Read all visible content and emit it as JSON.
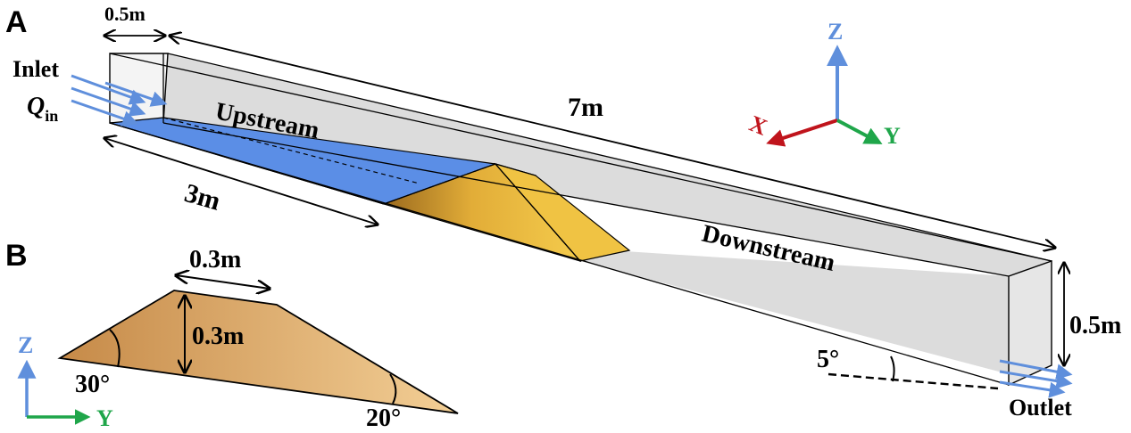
{
  "panels": {
    "a_label": "A",
    "b_label": "B"
  },
  "dimensions": {
    "flume_width": "0.5m",
    "flume_length": "7m",
    "upstream_length": "3m",
    "flume_height": "0.5m",
    "weir_crest_width": "0.3m",
    "weir_height": "0.3m"
  },
  "regions": {
    "upstream": "Upstream",
    "downstream": "Downstream"
  },
  "flow": {
    "inlet": "Inlet",
    "q_symbol": "Q",
    "q_subscript": "in",
    "outlet": "Outlet"
  },
  "angles": {
    "slope": "5°",
    "upstream_face": "30°",
    "downstream_face": "20°"
  },
  "axes": {
    "x": "X",
    "y": "Y",
    "z": "Z"
  },
  "colors": {
    "water": "#5b8ee6",
    "weir_light": "#f2c64a",
    "weir_dark": "#b07a22",
    "section_light": "#f0c486",
    "section_dark": "#c98f4e",
    "flume_gray": "#dcdcdc",
    "axis_blue": "#5f8fdc",
    "axis_red": "#c0141c",
    "axis_green": "#1fa64a"
  }
}
